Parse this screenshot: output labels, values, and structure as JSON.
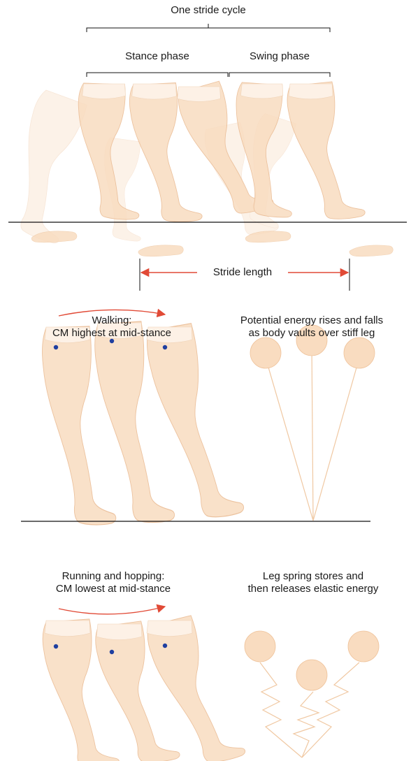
{
  "colors": {
    "leg_fill": "#f9dcc0",
    "leg_stroke": "#e9b88e",
    "center_of_mass": "#1f3fa0",
    "arrow": "#e14a36",
    "line": "#111111"
  },
  "stride": {
    "cycle_label": "One stride cycle",
    "stance_label": "Stance phase",
    "swing_label": "Swing phase",
    "length_label": "Stride length"
  },
  "walking": {
    "title_line1": "Walking:",
    "title_line2": "CM highest at mid-stance",
    "model_line1": "Potential energy rises and falls",
    "model_line2": "as body vaults over stiff leg"
  },
  "running": {
    "title_line1": "Running and hopping:",
    "title_line2": "CM lowest at mid-stance",
    "model_line1": "Leg spring stores and",
    "model_line2": "then releases elastic energy"
  },
  "icons": [
    "leg-illustration",
    "center-of-mass-dot",
    "pendulum-mass",
    "spring-mass"
  ]
}
